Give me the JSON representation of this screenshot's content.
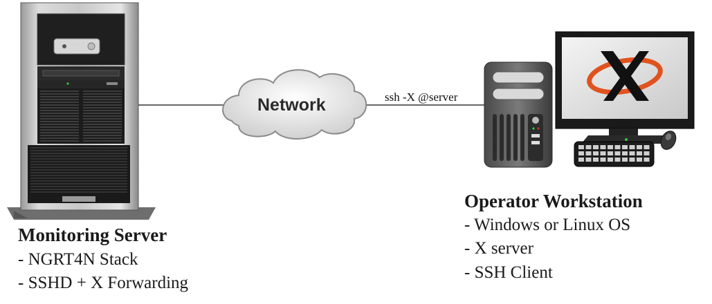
{
  "network": {
    "label": "Network"
  },
  "connection": {
    "label": "ssh -X @server"
  },
  "server": {
    "title": "Monitoring Server",
    "items": [
      "- NGRT4N Stack",
      "- SSHD + X Forwarding"
    ]
  },
  "workstation": {
    "title": "Operator Workstation",
    "items": [
      "- Windows or Linux OS",
      "- X server",
      "- SSH Client"
    ]
  },
  "monitor_logo": {
    "icon": "x-window-system-logo"
  }
}
